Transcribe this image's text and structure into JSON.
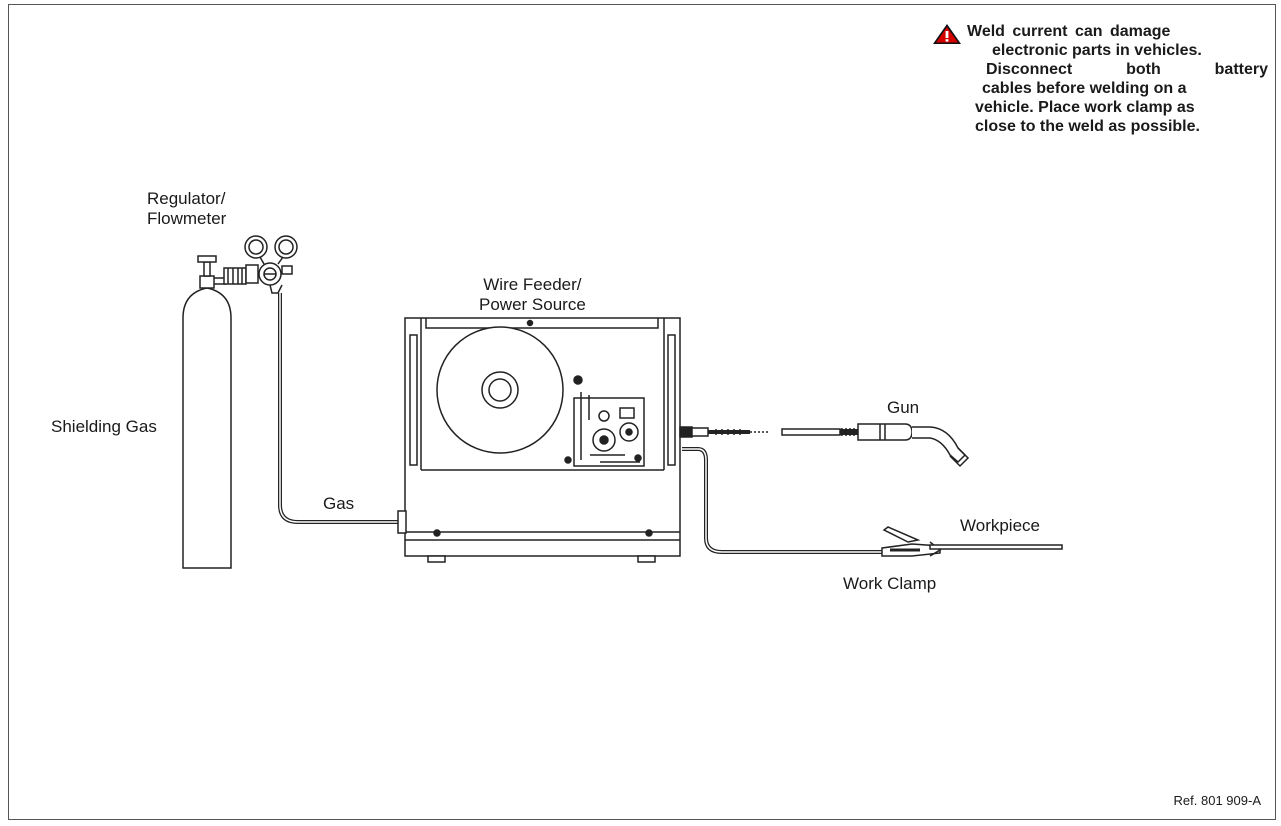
{
  "warning": {
    "lines": [
      "Weld current can damage",
      "electronic parts in vehicles.",
      "Disconnect both battery",
      "cables before welding on a",
      "vehicle. Place work clamp as",
      "close to the weld as possible."
    ],
    "icon": "warning-triangle-icon",
    "icon_color": "#cc0000"
  },
  "labels": {
    "regulator_line1": "Regulator/",
    "regulator_line2": "Flowmeter",
    "shielding_gas": "Shielding Gas",
    "gas": "Gas",
    "wire_feeder_line1": "Wire Feeder/",
    "wire_feeder_line2": "Power Source",
    "gun": "Gun",
    "workpiece": "Workpiece",
    "work_clamp": "Work Clamp"
  },
  "reference": "Ref. 801 909-A"
}
